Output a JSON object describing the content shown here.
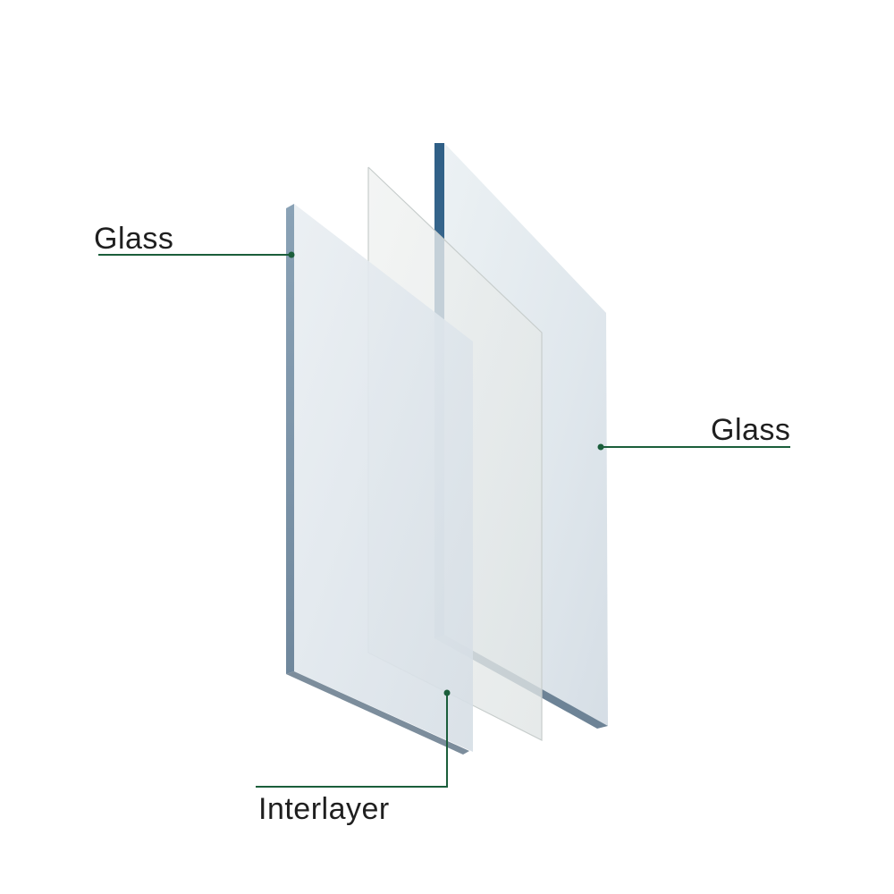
{
  "labels": {
    "glass_left": "Glass",
    "glass_right": "Glass",
    "interlayer": "Interlayer"
  },
  "colors": {
    "leader_line": "#1b5e3b",
    "glass_face": "#e3e9ee",
    "glass_edge": "#6f8aa3",
    "back_glass_edge": "#3d6c92",
    "interlayer_face": "#e8ebea"
  }
}
